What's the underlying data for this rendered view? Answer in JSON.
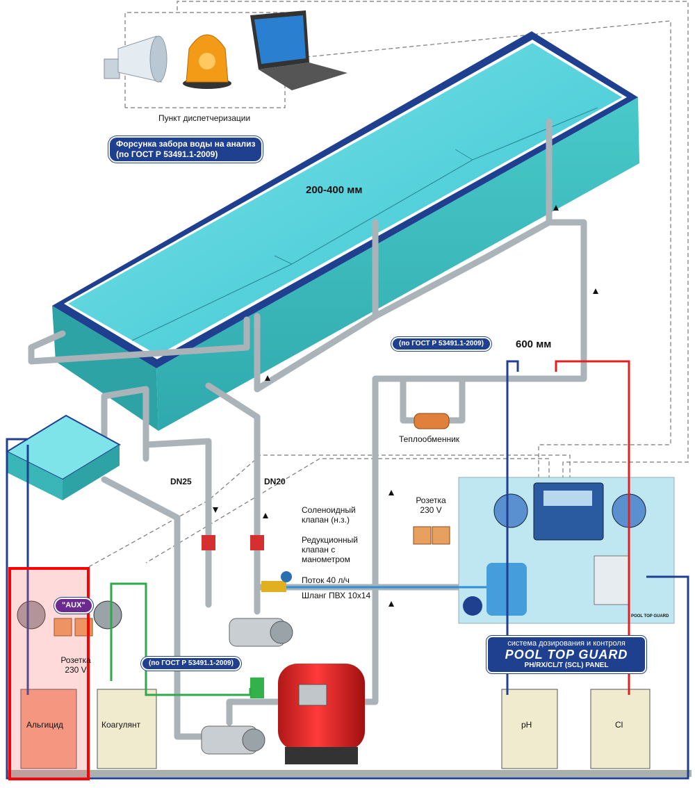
{
  "dispatch": {
    "label": "Пункт диспетчеризации"
  },
  "nozzle": {
    "line1": "Форсунка забора воды на анализ",
    "line2": "(по ГОСТ Р 53491.1-2009)"
  },
  "depth": {
    "label": "200-400 мм"
  },
  "sensor_spacing": {
    "gost": "(по ГОСТ Р 53491.1-2009)",
    "distance": "600 мм"
  },
  "heat_exchanger": {
    "label": "Теплообменник"
  },
  "pipes": {
    "dn25": "DN25",
    "dn20": "DN20"
  },
  "solenoid": {
    "line1": "Соленоидный",
    "line2": "клапан (н.з.)"
  },
  "reducer": {
    "line1": "Редукционный",
    "line2": "клапан с",
    "line3": "манометром"
  },
  "flow": {
    "label": "Поток 40 л/ч"
  },
  "hose": {
    "label": "Шланг ПВХ 10х14"
  },
  "socket_right": {
    "line1": "Розетка",
    "line2": "230 V"
  },
  "socket_left": {
    "line1": "Розетка",
    "line2": "230 V"
  },
  "aux": {
    "label": "\"AUX\""
  },
  "coagulant_gost": {
    "label": "(по ГОСТ Р 53491.1-2009)"
  },
  "system": {
    "line1": "система дозирования и контроля",
    "line2": "POOL TOP GUARD",
    "line3": "PH/RX/CL/T (SCL) PANEL"
  },
  "panel": {
    "mini_label": "POOL TOP GUARD"
  },
  "tanks": {
    "algicide": "Альгицид",
    "coagulant": "Коагулянт",
    "ph": "pH",
    "cl": "Cl"
  },
  "colors": {
    "pool_water": "#5fd3dc",
    "pool_wall": "#3ab5b8",
    "pool_rim": "#1f3f8f",
    "badge": "#1f3f8f",
    "red_line": "#e02020",
    "blue_line": "#1f3f8f",
    "green_line": "#2ea84a",
    "highlight": "#ff0000"
  }
}
